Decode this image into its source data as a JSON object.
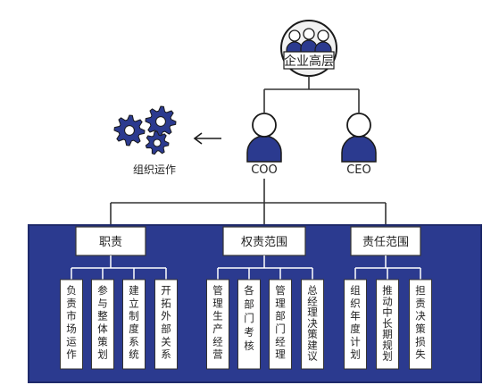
{
  "top_node": {
    "label": "企业高层"
  },
  "executives": [
    {
      "label": "COO",
      "icon": "person-icon"
    },
    {
      "label": "CEO",
      "icon": "person-icon"
    }
  ],
  "organization": {
    "label": "组织运作",
    "icon": "gears-icon",
    "arrow_icon": "left-arrow-icon"
  },
  "colors": {
    "navy": "#2b3a8f",
    "panel_border": "#1f2a6b",
    "line": "#333333",
    "box_border": "#333333",
    "gear_fill": "#2b3a8f",
    "person_head": "#ffffff",
    "top_circle": "#f2f2f2"
  },
  "categories": [
    {
      "label": "职责",
      "items": [
        "负责市场运作",
        "参与整体策划",
        "建立制度系统",
        "开拓外部关系"
      ]
    },
    {
      "label": "权责范围",
      "items": [
        "管理生产经营",
        "各部门考核",
        "管理部门经理",
        "总经理决策建议"
      ]
    },
    {
      "label": "责任范围",
      "items": [
        "组织年度计划",
        "推动中长期规划",
        "担责决策损失"
      ]
    }
  ]
}
